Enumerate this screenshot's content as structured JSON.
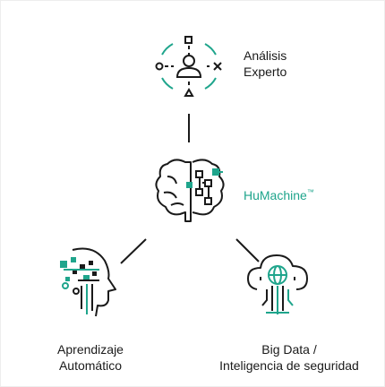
{
  "nodes": {
    "expert": {
      "line1": "Análisis",
      "line2": "Experto"
    },
    "center": {
      "name": "HuMachine",
      "mark": "™"
    },
    "ml": {
      "line1": "Aprendizaje",
      "line2": "Automático"
    },
    "bigdata": {
      "line1": "Big Data /",
      "line2": "Inteligencia de seguridad"
    }
  },
  "icons": {
    "expert": "expert-analysis-icon",
    "center": "brain-circuit-icon",
    "ml": "ai-head-icon",
    "bigdata": "cloud-data-icon"
  },
  "colors": {
    "accent": "#1fa58c",
    "ink": "#1a1a1a",
    "background": "#ffffff"
  }
}
